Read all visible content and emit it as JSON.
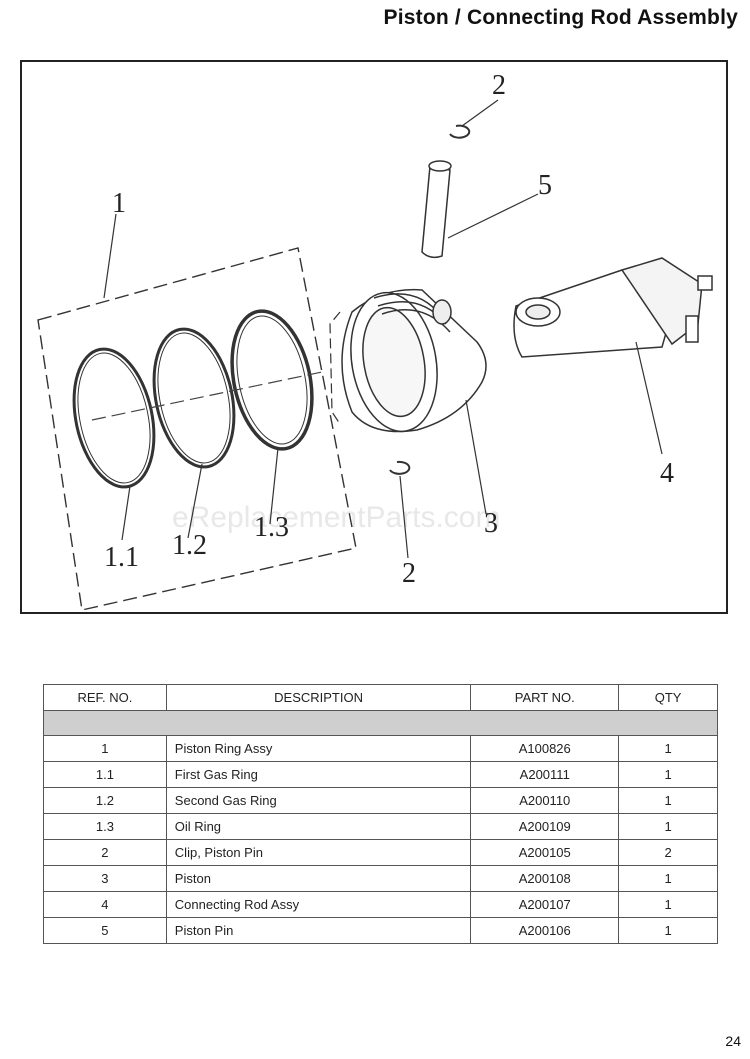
{
  "header": {
    "title": "Piston / Connecting Rod Assembly"
  },
  "diagram": {
    "watermark": "eReplacementParts.com",
    "callouts": {
      "c1": "1",
      "c2_top": "2",
      "c5": "5",
      "c4": "4",
      "c3": "3",
      "c2_bottom": "2",
      "c1_1": "1.1",
      "c1_2": "1.2",
      "c1_3": "1.3"
    }
  },
  "table": {
    "headers": {
      "ref": "REF. NO.",
      "desc": "DESCRIPTION",
      "part": "PART NO.",
      "qty": "QTY"
    },
    "rows": [
      {
        "ref": "1",
        "desc": "Piston Ring Assy",
        "part": "A100826",
        "qty": "1"
      },
      {
        "ref": "1.1",
        "desc": "First Gas Ring",
        "part": "A200111",
        "qty": "1"
      },
      {
        "ref": "1.2",
        "desc": "Second Gas Ring",
        "part": "A200110",
        "qty": "1"
      },
      {
        "ref": "1.3",
        "desc": "Oil Ring",
        "part": "A200109",
        "qty": "1"
      },
      {
        "ref": "2",
        "desc": "Clip, Piston Pin",
        "part": "A200105",
        "qty": "2"
      },
      {
        "ref": "3",
        "desc": "Piston",
        "part": "A200108",
        "qty": "1"
      },
      {
        "ref": "4",
        "desc": "Connecting Rod Assy",
        "part": "A200107",
        "qty": "1"
      },
      {
        "ref": "5",
        "desc": "Piston Pin",
        "part": "A200106",
        "qty": "1"
      }
    ]
  },
  "footer": {
    "page_number": "24"
  }
}
